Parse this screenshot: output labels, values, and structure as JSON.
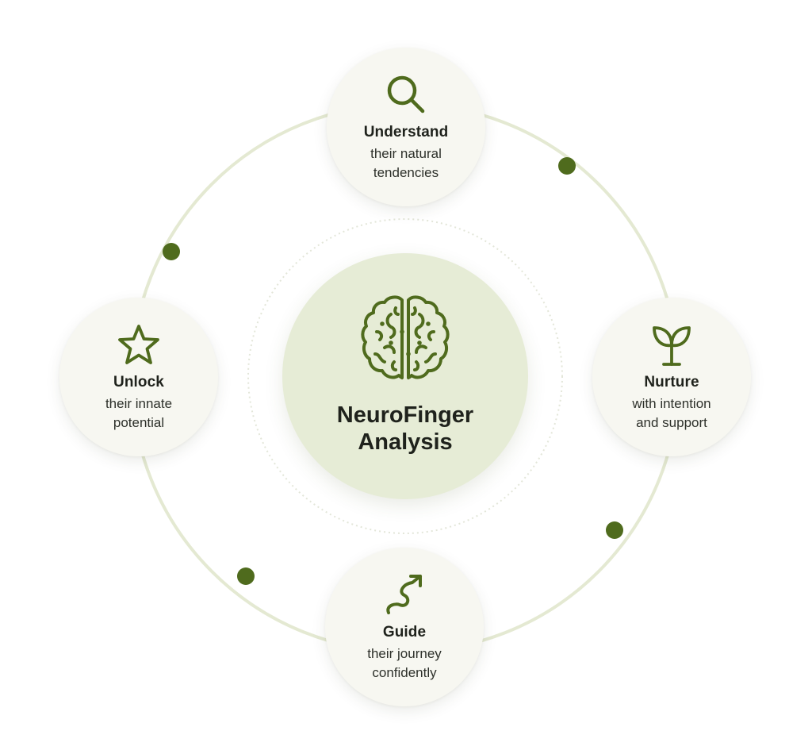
{
  "center": {
    "title_line1": "NeuroFinger",
    "title_line2": "Analysis",
    "icon": "brain-icon"
  },
  "nodes": [
    {
      "title": "Understand",
      "line1": "their natural",
      "line2": "tendencies",
      "icon": "magnifier-icon"
    },
    {
      "title": "Nurture",
      "line1": "with intention",
      "line2": "and support",
      "icon": "sprout-icon"
    },
    {
      "title": "Guide",
      "line1": "their journey",
      "line2": "confidently",
      "icon": "path-arrow-icon"
    },
    {
      "title": "Unlock",
      "line1": "their innate",
      "line2": "potential",
      "icon": "star-icon"
    }
  ],
  "colors": {
    "accent": "#4f6b1d",
    "ring": "#e3e8cf",
    "center_fill": "#e6ecd6",
    "node_fill": "#f7f7f1",
    "text": "#1f221c"
  }
}
